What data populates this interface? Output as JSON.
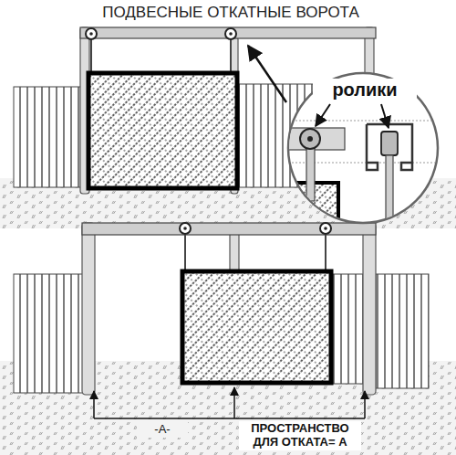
{
  "diagram": {
    "title": "ПОДВЕСНЫЕ ОТКАТНЫЕ ВОРОТА",
    "labels": [
      "ролики",
      "-А-",
      "ПРОСТРАНСТВО ДЛЯ ОТКАТА= А"
    ]
  }
}
